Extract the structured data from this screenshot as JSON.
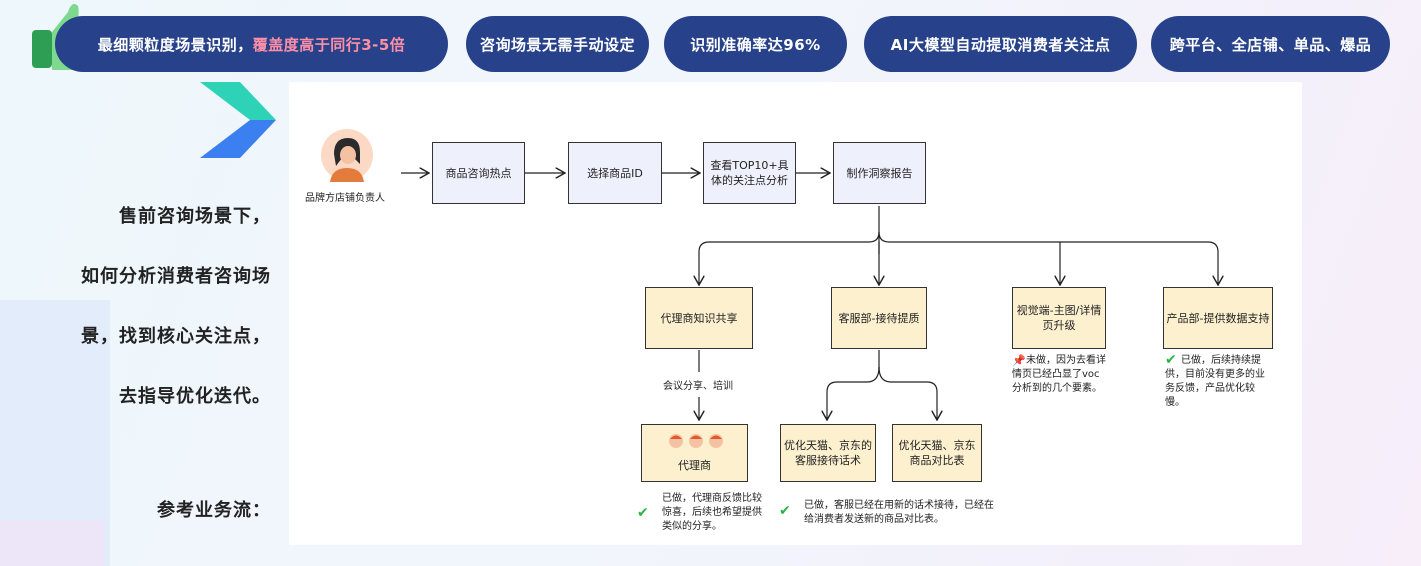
{
  "pills": [
    {
      "text": "最细颗粒度场景识别，",
      "highlight": "覆盖度高于同行3-5倍"
    },
    {
      "text": "咨询场景无需手动设定"
    },
    {
      "text": "识别准确率达96%"
    },
    {
      "text": "AI大模型自动提取消费者关注点"
    },
    {
      "text": "跨平台、全店铺、单品、爆品"
    }
  ],
  "left": {
    "lines": [
      "售前咨询场景下，",
      "如何分析消费者咨询场",
      "景，找到核心关注点，",
      "去指导优化迭代。"
    ],
    "ref": "参考业务流："
  },
  "flow": {
    "actor": "品牌方店铺负责人",
    "steps": [
      "商品咨询热点",
      "选择商品ID",
      "查看TOP10+具体的关注点分析",
      "制作洞察报告"
    ],
    "branches": [
      "代理商知识共享",
      "客服部-接待提质",
      "视觉端-主图/详情页升级",
      "产品部-提供数据支持"
    ],
    "meeting_label": "会议分享、培训",
    "agent_box": "代理商",
    "cs_subs": [
      "优化天猫、京东的客服接待话术",
      "优化天猫、京东商品对比表"
    ],
    "notes": {
      "agent": "已做，代理商反馈比较惊喜，后续也希望提供类似的分享。",
      "cs": "已做，客服已经在用新的话术接待，已经在给消费者发送新的商品对比表。",
      "visual": "未做，因为去看详情页已经凸显了voc分析到的几个要素。",
      "product": "已做，后续持续提供，目前没有更多的业务反馈，产品优化较慢。"
    }
  },
  "colors": {
    "pill": "#27428a",
    "highlight": "#ff8fa6",
    "check": "#2bb34a",
    "box_blue": "#eef1fb",
    "box_tan": "#fdf0cf"
  }
}
